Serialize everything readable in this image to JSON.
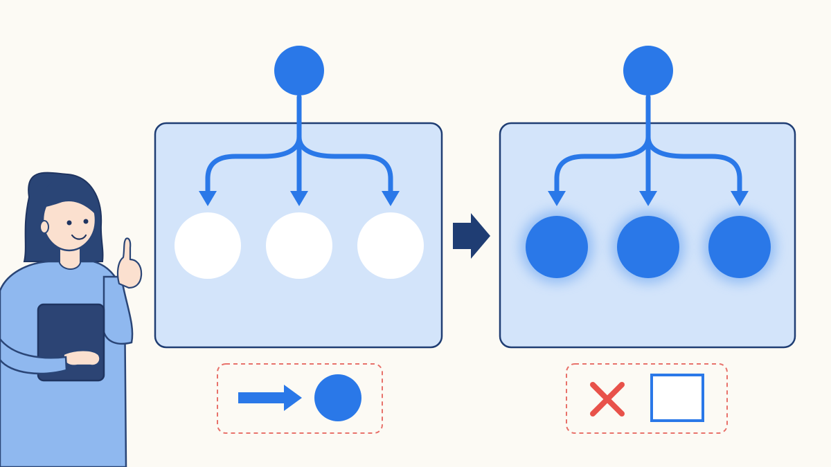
{
  "colors": {
    "background": "#fcfaf4",
    "node_blue": "#2a78e8",
    "panel_fill": "#d3e4fa",
    "panel_stroke": "#1f3d73",
    "arrow_dark": "#1f3d73",
    "dashed_red": "#e8716a",
    "cross_red": "#e8524a",
    "white_node": "#ffffff",
    "skin": "#fbe0cf",
    "hair": "#2a4576",
    "sweater": "#8fb8ef",
    "tablet": "#2c4474"
  },
  "diagram": {
    "panels": [
      {
        "name": "before",
        "state": "empty-outputs"
      },
      {
        "name": "after",
        "state": "filled-outputs"
      }
    ],
    "transition": "right-arrow",
    "legend_left": {
      "symbols": [
        "arrow-right",
        "filled-circle"
      ]
    },
    "legend_right": {
      "symbols": [
        "cross",
        "empty-square"
      ]
    }
  },
  "figure": {
    "description_icons": [
      "person-pointing",
      "tablet"
    ]
  }
}
